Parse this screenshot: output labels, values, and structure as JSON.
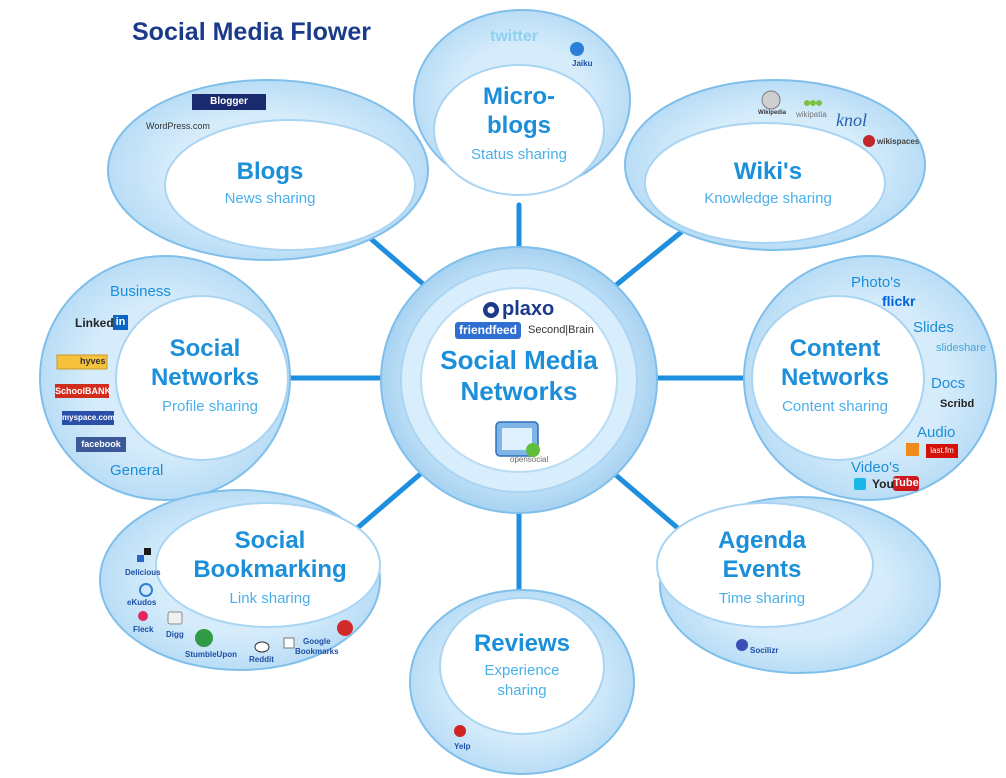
{
  "title": "Social Media Flower",
  "center": {
    "heading": "Social Media\nNetworks",
    "logos": {
      "plaxo": "plaxo",
      "friendfeed": "friendfeed",
      "second_brain": "Second|Brain",
      "opensocial": "opensocial"
    }
  },
  "petals": {
    "microblogs": {
      "heading": "Micro-\nblogs",
      "sub": "Status sharing",
      "logos": {
        "twitter": "twitter",
        "jaiku": "Jaiku"
      }
    },
    "blogs": {
      "heading": "Blogs",
      "sub": "News sharing",
      "logos": {
        "blogger": "Blogger",
        "wordpress": "WordPress.com"
      }
    },
    "wikis": {
      "heading": "Wiki's",
      "sub": "Knowledge sharing",
      "logos": {
        "wikipedia": "Wikipedia",
        "wikipatia": "wikipatia",
        "knol": "knol",
        "wikispaces": "wikispaces"
      }
    },
    "social_networks": {
      "heading": "Social\nNetworks",
      "sub": "Profile sharing",
      "labels": {
        "business": "Business",
        "general": "General"
      },
      "logos": {
        "linkedin": "Linked",
        "linkedin_in": "in",
        "hyves": "hyves",
        "schoolbank": "SchoolBANK",
        "myspace": "myspace.com",
        "facebook": "facebook"
      }
    },
    "content_networks": {
      "heading": "Content\nNetworks",
      "sub": "Content sharing",
      "labels": {
        "photos": "Photo's",
        "slides": "Slides",
        "docs": "Docs",
        "audio": "Audio",
        "videos": "Video's"
      },
      "logos": {
        "flickr": "flickr",
        "slideshare": "slideshare",
        "scribd": "Scribd",
        "lastfm": "last.fm",
        "youtube_you": "You",
        "youtube_tube": "Tube"
      }
    },
    "social_bookmarking": {
      "heading": "Social\nBookmarking",
      "sub": "Link sharing",
      "logos": {
        "delicious": "Delicious",
        "ekudos": "eKudos",
        "fleck": "Fleck",
        "digg": "Digg",
        "stumbleupon": "StumbleUpon",
        "reddit": "Reddit",
        "google_bookmarks": "Google\nBookmarks"
      }
    },
    "agenda_events": {
      "heading": "Agenda\nEvents",
      "sub": "Time sharing",
      "logos": {
        "socializr": "Socilizr"
      }
    },
    "reviews": {
      "heading": "Reviews",
      "sub": "Experience\nsharing",
      "logos": {
        "yelp": "Yelp"
      }
    }
  },
  "colors": {
    "heading": "#1b8fd9",
    "subtitle": "#49b0ea",
    "title": "#1a3a8a",
    "connector": "#1e8fde",
    "petal_outer": "#c8e5fa",
    "petal_inner": "#ffffff"
  }
}
